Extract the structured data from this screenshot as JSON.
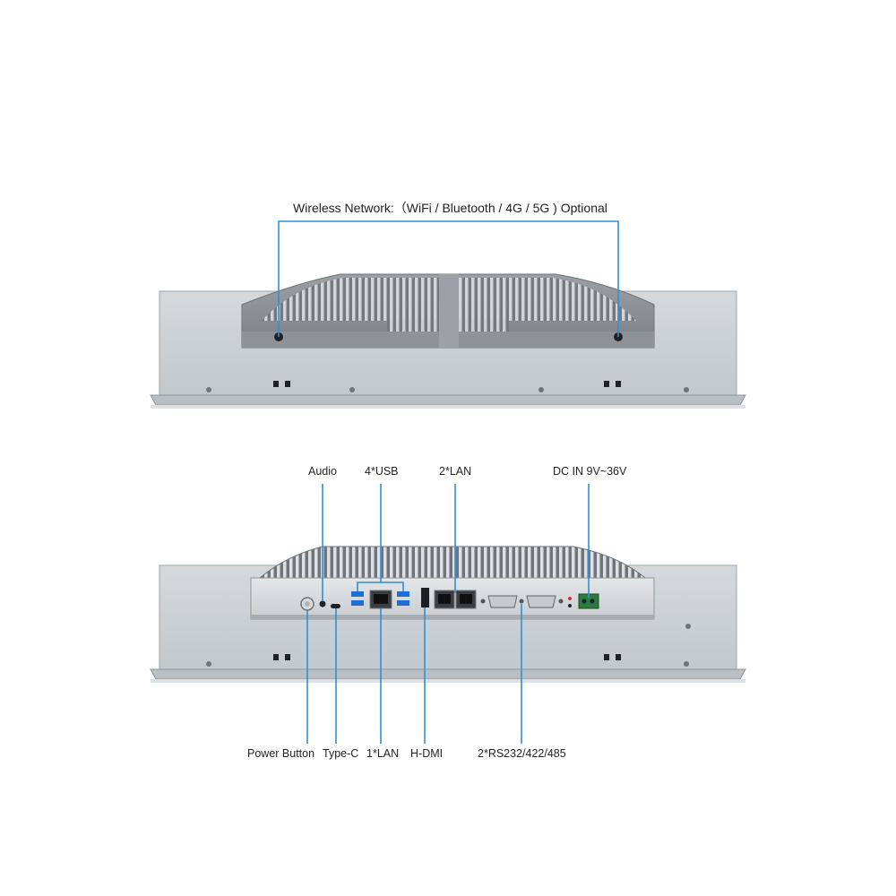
{
  "top_view": {
    "title": "Wireless Network:（WiFi / Bluetooth / 4G / 5G ) Optional"
  },
  "bottom_view": {
    "top_labels": {
      "audio": "Audio",
      "usb": "4*USB",
      "lan2": "2*LAN",
      "dc": "DC IN 9V~36V"
    },
    "bottom_labels": {
      "power": "Power Button",
      "typec": "Type-C",
      "lan1": "1*LAN",
      "hdmi": "H-DMI",
      "serial": "2*RS232/422/485"
    }
  },
  "colors": {
    "callout_line": "#2f8fd8",
    "panel": "#c9d1d7",
    "bezel": "#b4bbc0",
    "heatsink": "#8a9096",
    "fins": "#d8dcdf"
  }
}
